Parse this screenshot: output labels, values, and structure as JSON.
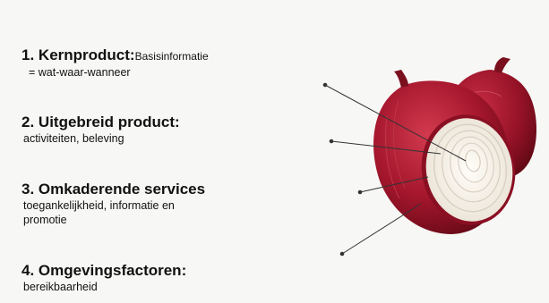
{
  "items": [
    {
      "number": "1.",
      "title": "Kernproduct",
      "suffix": ":",
      "inline": "Basisinformatie",
      "sub": [
        "= wat-waar-wanneer"
      ]
    },
    {
      "number": "2.",
      "title": "Uitgebreid product",
      "suffix": ":",
      "sub": [
        "activiteiten, beleving"
      ]
    },
    {
      "number": "3.",
      "title": "Omkaderende services",
      "suffix": "",
      "sub": [
        "toegankelijkheid, informatie en",
        "promotie"
      ]
    },
    {
      "number": "4.",
      "title": "Omgevingsfactoren",
      "suffix": ":",
      "sub": [
        "bereikbaarheid"
      ]
    }
  ],
  "image": {
    "subject": "red onion cut in half showing concentric layers",
    "colors": {
      "skin": "#a4162c",
      "skin_dark": "#6e0a1a",
      "flesh": "#f4efe6",
      "ring": "#d9cfc2"
    }
  }
}
